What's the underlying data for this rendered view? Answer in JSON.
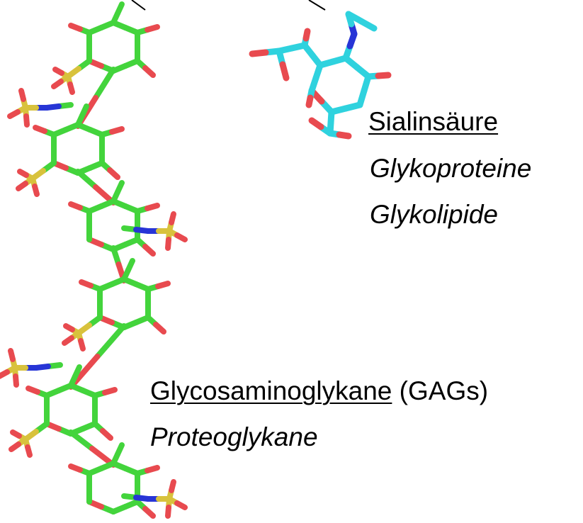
{
  "colors": {
    "gag_carbon": "#43d43c",
    "sialic_carbon": "#2fd2de",
    "oxygen": "#e84a4f",
    "nitrogen": "#2735d6",
    "sulfur": "#d8c23c",
    "line": "#000000"
  },
  "sialic_acid": {
    "name": "Sialinsäure",
    "occurs_in": [
      "Glykoproteine",
      "Glykolipide"
    ]
  },
  "gag": {
    "name": "Glycosaminoglykane",
    "abbreviation": "(GAGs)",
    "occurs_in": [
      "Proteoglykane"
    ]
  }
}
